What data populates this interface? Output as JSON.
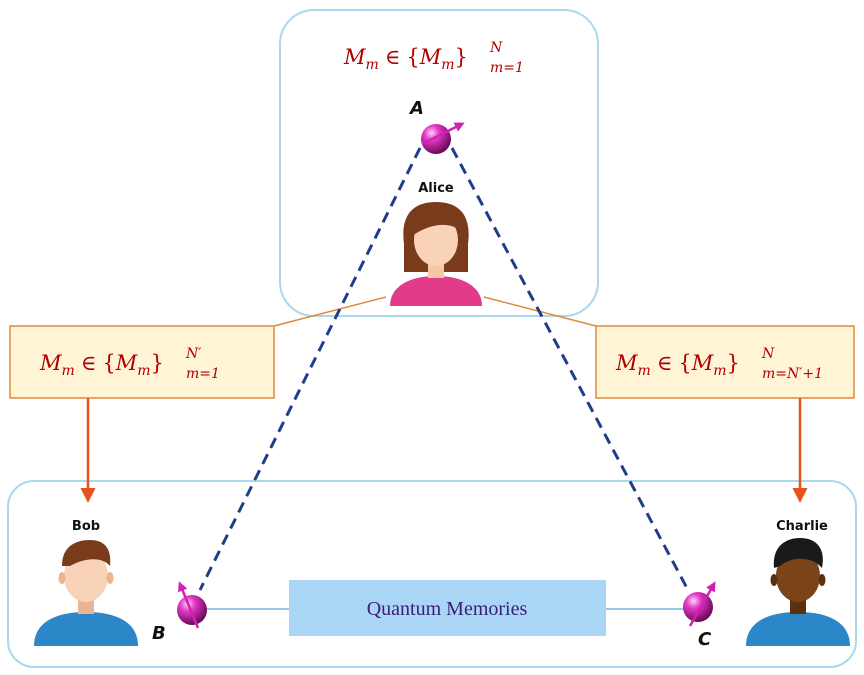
{
  "alice_formula": {
    "base": "M",
    "sub": "m",
    "in": "∈",
    "lbrace": "{",
    "set_base": "M",
    "set_sub": "m",
    "rbrace": "}",
    "sup": "N",
    "lower": "m=1"
  },
  "bob_formula": {
    "base": "M",
    "sub": "m",
    "in": "∈",
    "lbrace": "{",
    "set_base": "M",
    "set_sub": "m",
    "rbrace": "}",
    "sup": "N′",
    "lower": "m=1"
  },
  "charlie_formula": {
    "base": "M",
    "sub": "m",
    "in": "∈",
    "lbrace": "{",
    "set_base": "M",
    "set_sub": "m",
    "rbrace": "}",
    "sup": "N",
    "lower": "m=N′+1"
  },
  "qubits": {
    "a": "A",
    "b": "B",
    "c": "C"
  },
  "people": {
    "alice": "Alice",
    "bob": "Bob",
    "charlie": "Charlie"
  },
  "memory_label": "Quantum Memories",
  "colors": {
    "container_border": "#a8d8ec",
    "formula_text": "#b00000",
    "formula_box_fill": "#fff5d6",
    "formula_box_border": "#e08a3a",
    "arrow": "#e8501c",
    "dashed_line": "#1f3d8a",
    "qubit": "#d21fb4",
    "memory_box": "#a9d6f5",
    "alice_shirt": "#e23b8a",
    "blue_shirt": "#2b87c8"
  },
  "icons": {
    "alice": "woman-avatar-icon",
    "bob": "man-avatar-icon",
    "charlie": "man-avatar-icon",
    "qubit": "spin-qubit-icon"
  }
}
